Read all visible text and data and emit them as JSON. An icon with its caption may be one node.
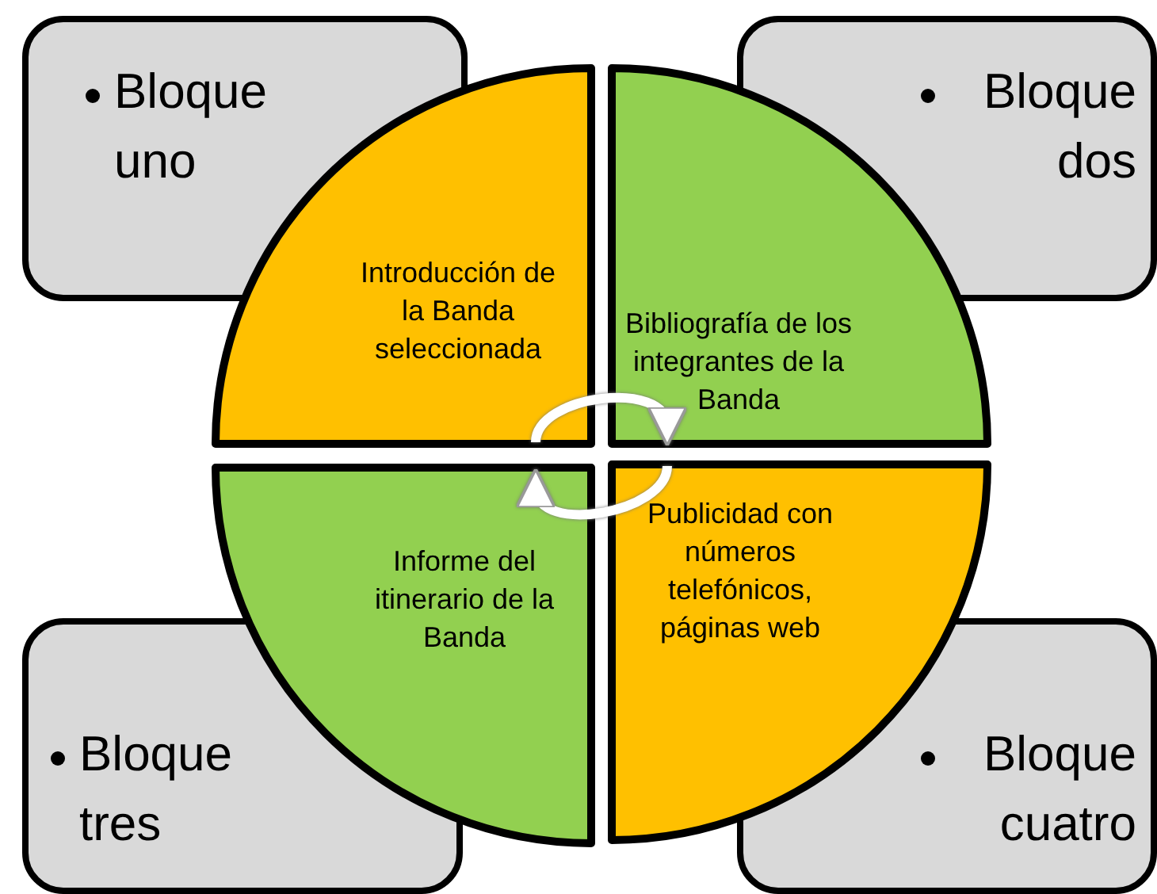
{
  "diagram": {
    "nodes": [
      {
        "text": [
          "Bloque uno"
        ]
      },
      {
        "text": [
          "Bloque dos"
        ]
      },
      {
        "text": [
          "Introducción de la Banda seleccionada"
        ]
      },
      {
        "text": [
          "Bibliografía de los integrantes de la Banda"
        ]
      },
      {
        "text": [
          "Informe del itinerario de la Banda"
        ]
      },
      {
        "text": [
          "Publicidad con números telefónicos, páginas web"
        ]
      },
      {
        "text": [
          "Bloque tres"
        ]
      },
      {
        "text": [
          "Bloque cuatro"
        ]
      }
    ],
    "edges": [
      {
        "from": 2,
        "to": 3,
        "arrow": "to"
      },
      {
        "from": 5,
        "to": 4,
        "arrow": "to"
      }
    ]
  }
}
